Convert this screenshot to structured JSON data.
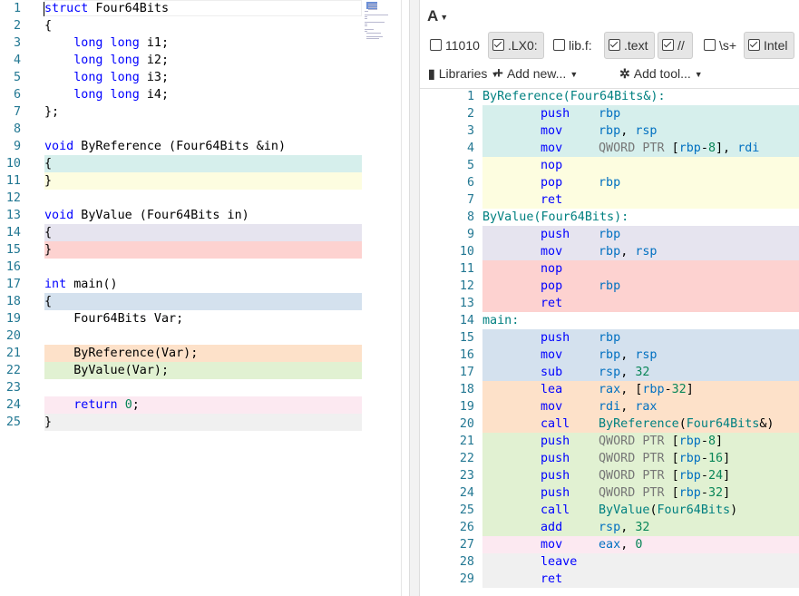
{
  "source": {
    "lines": [
      {
        "num": "1",
        "bg": "",
        "tokens": [
          {
            "t": "struct",
            "c": "kw"
          },
          {
            "t": " Four64Bits",
            "c": ""
          }
        ]
      },
      {
        "num": "2",
        "bg": "",
        "tokens": [
          {
            "t": "{",
            "c": ""
          }
        ]
      },
      {
        "num": "3",
        "bg": "",
        "tokens": [
          {
            "t": "    ",
            "c": ""
          },
          {
            "t": "long long",
            "c": "kw"
          },
          {
            "t": " i1;",
            "c": ""
          }
        ]
      },
      {
        "num": "4",
        "bg": "",
        "tokens": [
          {
            "t": "    ",
            "c": ""
          },
          {
            "t": "long long",
            "c": "kw"
          },
          {
            "t": " i2;",
            "c": ""
          }
        ]
      },
      {
        "num": "5",
        "bg": "",
        "tokens": [
          {
            "t": "    ",
            "c": ""
          },
          {
            "t": "long long",
            "c": "kw"
          },
          {
            "t": " i3;",
            "c": ""
          }
        ]
      },
      {
        "num": "6",
        "bg": "",
        "tokens": [
          {
            "t": "    ",
            "c": ""
          },
          {
            "t": "long long",
            "c": "kw"
          },
          {
            "t": " i4;",
            "c": ""
          }
        ]
      },
      {
        "num": "7",
        "bg": "",
        "tokens": [
          {
            "t": "};",
            "c": ""
          }
        ]
      },
      {
        "num": "8",
        "bg": "",
        "tokens": []
      },
      {
        "num": "9",
        "bg": "",
        "tokens": [
          {
            "t": "void",
            "c": "kw"
          },
          {
            "t": " ByReference (Four64Bits &in)",
            "c": ""
          }
        ]
      },
      {
        "num": "10",
        "bg": "#d6efec",
        "tokens": [
          {
            "t": "{",
            "c": ""
          }
        ]
      },
      {
        "num": "11",
        "bg": "#fdfde0",
        "tokens": [
          {
            "t": "}",
            "c": ""
          }
        ]
      },
      {
        "num": "12",
        "bg": "",
        "tokens": []
      },
      {
        "num": "13",
        "bg": "",
        "tokens": [
          {
            "t": "void",
            "c": "kw"
          },
          {
            "t": " ByValue (Four64Bits in)",
            "c": ""
          }
        ]
      },
      {
        "num": "14",
        "bg": "#e6e4ef",
        "tokens": [
          {
            "t": "{",
            "c": ""
          }
        ]
      },
      {
        "num": "15",
        "bg": "#fdd2d0",
        "tokens": [
          {
            "t": "}",
            "c": ""
          }
        ]
      },
      {
        "num": "16",
        "bg": "",
        "tokens": []
      },
      {
        "num": "17",
        "bg": "",
        "tokens": [
          {
            "t": "int",
            "c": "kw"
          },
          {
            "t": " main()",
            "c": ""
          }
        ]
      },
      {
        "num": "18",
        "bg": "#d4e1ee",
        "tokens": [
          {
            "t": "{",
            "c": ""
          }
        ]
      },
      {
        "num": "19",
        "bg": "",
        "tokens": [
          {
            "t": "    Four64Bits Var;",
            "c": ""
          }
        ]
      },
      {
        "num": "20",
        "bg": "",
        "tokens": []
      },
      {
        "num": "21",
        "bg": "#fde1c9",
        "tokens": [
          {
            "t": "    ByReference(Var);",
            "c": ""
          }
        ]
      },
      {
        "num": "22",
        "bg": "#e1f1d2",
        "tokens": [
          {
            "t": "    ByValue(Var);",
            "c": ""
          }
        ]
      },
      {
        "num": "23",
        "bg": "",
        "tokens": []
      },
      {
        "num": "24",
        "bg": "#fce9f1",
        "tokens": [
          {
            "t": "    ",
            "c": ""
          },
          {
            "t": "return",
            "c": "kw"
          },
          {
            "t": " ",
            "c": ""
          },
          {
            "t": "0",
            "c": "num"
          },
          {
            "t": ";",
            "c": ""
          }
        ]
      },
      {
        "num": "25",
        "bg": "#f0f0f0",
        "tokens": [
          {
            "t": "}",
            "c": ""
          }
        ]
      }
    ]
  },
  "toolbar": {
    "font_button": "A",
    "filters": [
      {
        "label": "11010",
        "checked": false,
        "on": false
      },
      {
        "label": ".LX0:",
        "checked": true,
        "on": true
      },
      {
        "label": "lib.f:",
        "checked": false,
        "on": false
      },
      {
        "label": ".text",
        "checked": true,
        "on": true
      },
      {
        "label": "//",
        "checked": true,
        "on": true
      },
      {
        "label": "\\s+",
        "checked": false,
        "on": false
      },
      {
        "label": "Intel",
        "checked": true,
        "on": true
      }
    ],
    "tools": [
      {
        "icon": "book-icon",
        "label": "Libraries"
      },
      {
        "icon": "plus-icon",
        "label": "Add new..."
      },
      {
        "icon": "cogs-icon",
        "label": "Add tool..."
      }
    ]
  },
  "assembly": {
    "lines": [
      {
        "num": "1",
        "bg": "",
        "label": "ByReference(Four64Bits&):",
        "op": "",
        "args": []
      },
      {
        "num": "2",
        "bg": "#d6efec",
        "label": "",
        "op": "push",
        "args": [
          {
            "t": "rbp",
            "c": "reg"
          }
        ]
      },
      {
        "num": "3",
        "bg": "#d6efec",
        "label": "",
        "op": "mov",
        "args": [
          {
            "t": "rbp",
            "c": "reg"
          },
          {
            "t": ", ",
            "c": "p"
          },
          {
            "t": "rsp",
            "c": "reg"
          }
        ]
      },
      {
        "num": "4",
        "bg": "#d6efec",
        "label": "",
        "op": "mov",
        "args": [
          {
            "t": "QWORD PTR ",
            "c": "ptr"
          },
          {
            "t": "[",
            "c": "p"
          },
          {
            "t": "rbp",
            "c": "reg"
          },
          {
            "t": "-",
            "c": "p"
          },
          {
            "t": "8",
            "c": "n"
          },
          {
            "t": "], ",
            "c": "p"
          },
          {
            "t": "rdi",
            "c": "reg"
          }
        ]
      },
      {
        "num": "5",
        "bg": "#fdfde0",
        "label": "",
        "op": "nop",
        "args": []
      },
      {
        "num": "6",
        "bg": "#fdfde0",
        "label": "",
        "op": "pop",
        "args": [
          {
            "t": "rbp",
            "c": "reg"
          }
        ]
      },
      {
        "num": "7",
        "bg": "#fdfde0",
        "label": "",
        "op": "ret",
        "args": []
      },
      {
        "num": "8",
        "bg": "",
        "label": "ByValue(Four64Bits):",
        "op": "",
        "args": []
      },
      {
        "num": "9",
        "bg": "#e6e4ef",
        "label": "",
        "op": "push",
        "args": [
          {
            "t": "rbp",
            "c": "reg"
          }
        ]
      },
      {
        "num": "10",
        "bg": "#e6e4ef",
        "label": "",
        "op": "mov",
        "args": [
          {
            "t": "rbp",
            "c": "reg"
          },
          {
            "t": ", ",
            "c": "p"
          },
          {
            "t": "rsp",
            "c": "reg"
          }
        ]
      },
      {
        "num": "11",
        "bg": "#fdd2d0",
        "label": "",
        "op": "nop",
        "args": []
      },
      {
        "num": "12",
        "bg": "#fdd2d0",
        "label": "",
        "op": "pop",
        "args": [
          {
            "t": "rbp",
            "c": "reg"
          }
        ]
      },
      {
        "num": "13",
        "bg": "#fdd2d0",
        "label": "",
        "op": "ret",
        "args": []
      },
      {
        "num": "14",
        "bg": "",
        "label": "main:",
        "op": "",
        "args": []
      },
      {
        "num": "15",
        "bg": "#d4e1ee",
        "label": "",
        "op": "push",
        "args": [
          {
            "t": "rbp",
            "c": "reg"
          }
        ]
      },
      {
        "num": "16",
        "bg": "#d4e1ee",
        "label": "",
        "op": "mov",
        "args": [
          {
            "t": "rbp",
            "c": "reg"
          },
          {
            "t": ", ",
            "c": "p"
          },
          {
            "t": "rsp",
            "c": "reg"
          }
        ]
      },
      {
        "num": "17",
        "bg": "#d4e1ee",
        "label": "",
        "op": "sub",
        "args": [
          {
            "t": "rsp",
            "c": "reg"
          },
          {
            "t": ", ",
            "c": "p"
          },
          {
            "t": "32",
            "c": "n"
          }
        ]
      },
      {
        "num": "18",
        "bg": "#fde1c9",
        "label": "",
        "op": "lea",
        "args": [
          {
            "t": "rax",
            "c": "reg"
          },
          {
            "t": ", [",
            "c": "p"
          },
          {
            "t": "rbp",
            "c": "reg"
          },
          {
            "t": "-",
            "c": "p"
          },
          {
            "t": "32",
            "c": "n"
          },
          {
            "t": "]",
            "c": "p"
          }
        ]
      },
      {
        "num": "19",
        "bg": "#fde1c9",
        "label": "",
        "op": "mov",
        "args": [
          {
            "t": "rdi",
            "c": "reg"
          },
          {
            "t": ", ",
            "c": "p"
          },
          {
            "t": "rax",
            "c": "reg"
          }
        ]
      },
      {
        "num": "20",
        "bg": "#fde1c9",
        "label": "",
        "op": "call",
        "args": [
          {
            "t": "ByReference",
            "c": "fn"
          },
          {
            "t": "(",
            "c": "p"
          },
          {
            "t": "Four64Bits",
            "c": "fn"
          },
          {
            "t": "&)",
            "c": "p"
          }
        ]
      },
      {
        "num": "21",
        "bg": "#e1f1d2",
        "label": "",
        "op": "push",
        "args": [
          {
            "t": "QWORD PTR ",
            "c": "ptr"
          },
          {
            "t": "[",
            "c": "p"
          },
          {
            "t": "rbp",
            "c": "reg"
          },
          {
            "t": "-",
            "c": "p"
          },
          {
            "t": "8",
            "c": "n"
          },
          {
            "t": "]",
            "c": "p"
          }
        ]
      },
      {
        "num": "22",
        "bg": "#e1f1d2",
        "label": "",
        "op": "push",
        "args": [
          {
            "t": "QWORD PTR ",
            "c": "ptr"
          },
          {
            "t": "[",
            "c": "p"
          },
          {
            "t": "rbp",
            "c": "reg"
          },
          {
            "t": "-",
            "c": "p"
          },
          {
            "t": "16",
            "c": "n"
          },
          {
            "t": "]",
            "c": "p"
          }
        ]
      },
      {
        "num": "23",
        "bg": "#e1f1d2",
        "label": "",
        "op": "push",
        "args": [
          {
            "t": "QWORD PTR ",
            "c": "ptr"
          },
          {
            "t": "[",
            "c": "p"
          },
          {
            "t": "rbp",
            "c": "reg"
          },
          {
            "t": "-",
            "c": "p"
          },
          {
            "t": "24",
            "c": "n"
          },
          {
            "t": "]",
            "c": "p"
          }
        ]
      },
      {
        "num": "24",
        "bg": "#e1f1d2",
        "label": "",
        "op": "push",
        "args": [
          {
            "t": "QWORD PTR ",
            "c": "ptr"
          },
          {
            "t": "[",
            "c": "p"
          },
          {
            "t": "rbp",
            "c": "reg"
          },
          {
            "t": "-",
            "c": "p"
          },
          {
            "t": "32",
            "c": "n"
          },
          {
            "t": "]",
            "c": "p"
          }
        ]
      },
      {
        "num": "25",
        "bg": "#e1f1d2",
        "label": "",
        "op": "call",
        "args": [
          {
            "t": "ByValue",
            "c": "fn"
          },
          {
            "t": "(",
            "c": "p"
          },
          {
            "t": "Four64Bits",
            "c": "fn"
          },
          {
            "t": ")",
            "c": "p"
          }
        ]
      },
      {
        "num": "26",
        "bg": "#e1f1d2",
        "label": "",
        "op": "add",
        "args": [
          {
            "t": "rsp",
            "c": "reg"
          },
          {
            "t": ", ",
            "c": "p"
          },
          {
            "t": "32",
            "c": "n"
          }
        ]
      },
      {
        "num": "27",
        "bg": "#fce9f1",
        "label": "",
        "op": "mov",
        "args": [
          {
            "t": "eax",
            "c": "reg"
          },
          {
            "t": ", ",
            "c": "p"
          },
          {
            "t": "0",
            "c": "n"
          }
        ]
      },
      {
        "num": "28",
        "bg": "#f0f0f0",
        "label": "",
        "op": "leave",
        "args": []
      },
      {
        "num": "29",
        "bg": "#f0f0f0",
        "label": "",
        "op": "ret",
        "args": []
      }
    ]
  }
}
